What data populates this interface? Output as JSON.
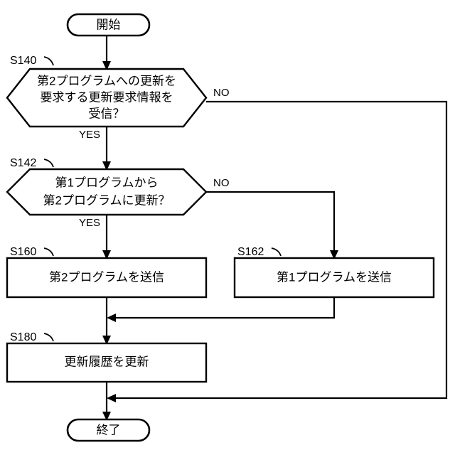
{
  "diagram": {
    "type": "flowchart",
    "orientation": "top-to-bottom",
    "background_color": "#ffffff",
    "line_color": "#000000",
    "start": {
      "step_label": "",
      "text": "開始"
    },
    "end": {
      "step_label": "",
      "text": "終了"
    },
    "nodes": [
      {
        "id": "s140",
        "step_label": "S140",
        "shape": "decision-hexagon",
        "lines": [
          "第2プログラムへの更新を",
          "要求する更新要求情報を",
          "受信？"
        ],
        "yes_label": "YES",
        "no_label": "NO"
      },
      {
        "id": "s142",
        "step_label": "S142",
        "shape": "decision-hexagon",
        "lines": [
          "第1プログラムから",
          "第2プログラムに更新？"
        ],
        "yes_label": "YES",
        "no_label": "NO"
      },
      {
        "id": "s160",
        "step_label": "S160",
        "shape": "process-rect",
        "lines": [
          "第2プログラムを送信"
        ]
      },
      {
        "id": "s162",
        "step_label": "S162",
        "shape": "process-rect",
        "lines": [
          "第1プログラムを送信"
        ]
      },
      {
        "id": "s180",
        "step_label": "S180",
        "shape": "process-rect",
        "lines": [
          "更新履歴を更新"
        ]
      }
    ],
    "edges": [
      {
        "from": "start",
        "to": "s140",
        "label": ""
      },
      {
        "from": "s140",
        "to": "s142",
        "label": "YES"
      },
      {
        "from": "s140",
        "to": "end",
        "label": "NO"
      },
      {
        "from": "s142",
        "to": "s160",
        "label": "YES"
      },
      {
        "from": "s142",
        "to": "s162",
        "label": "NO"
      },
      {
        "from": "s160",
        "to": "s180",
        "label": ""
      },
      {
        "from": "s162",
        "to": "s180",
        "label": ""
      },
      {
        "from": "s180",
        "to": "end",
        "label": ""
      }
    ]
  }
}
